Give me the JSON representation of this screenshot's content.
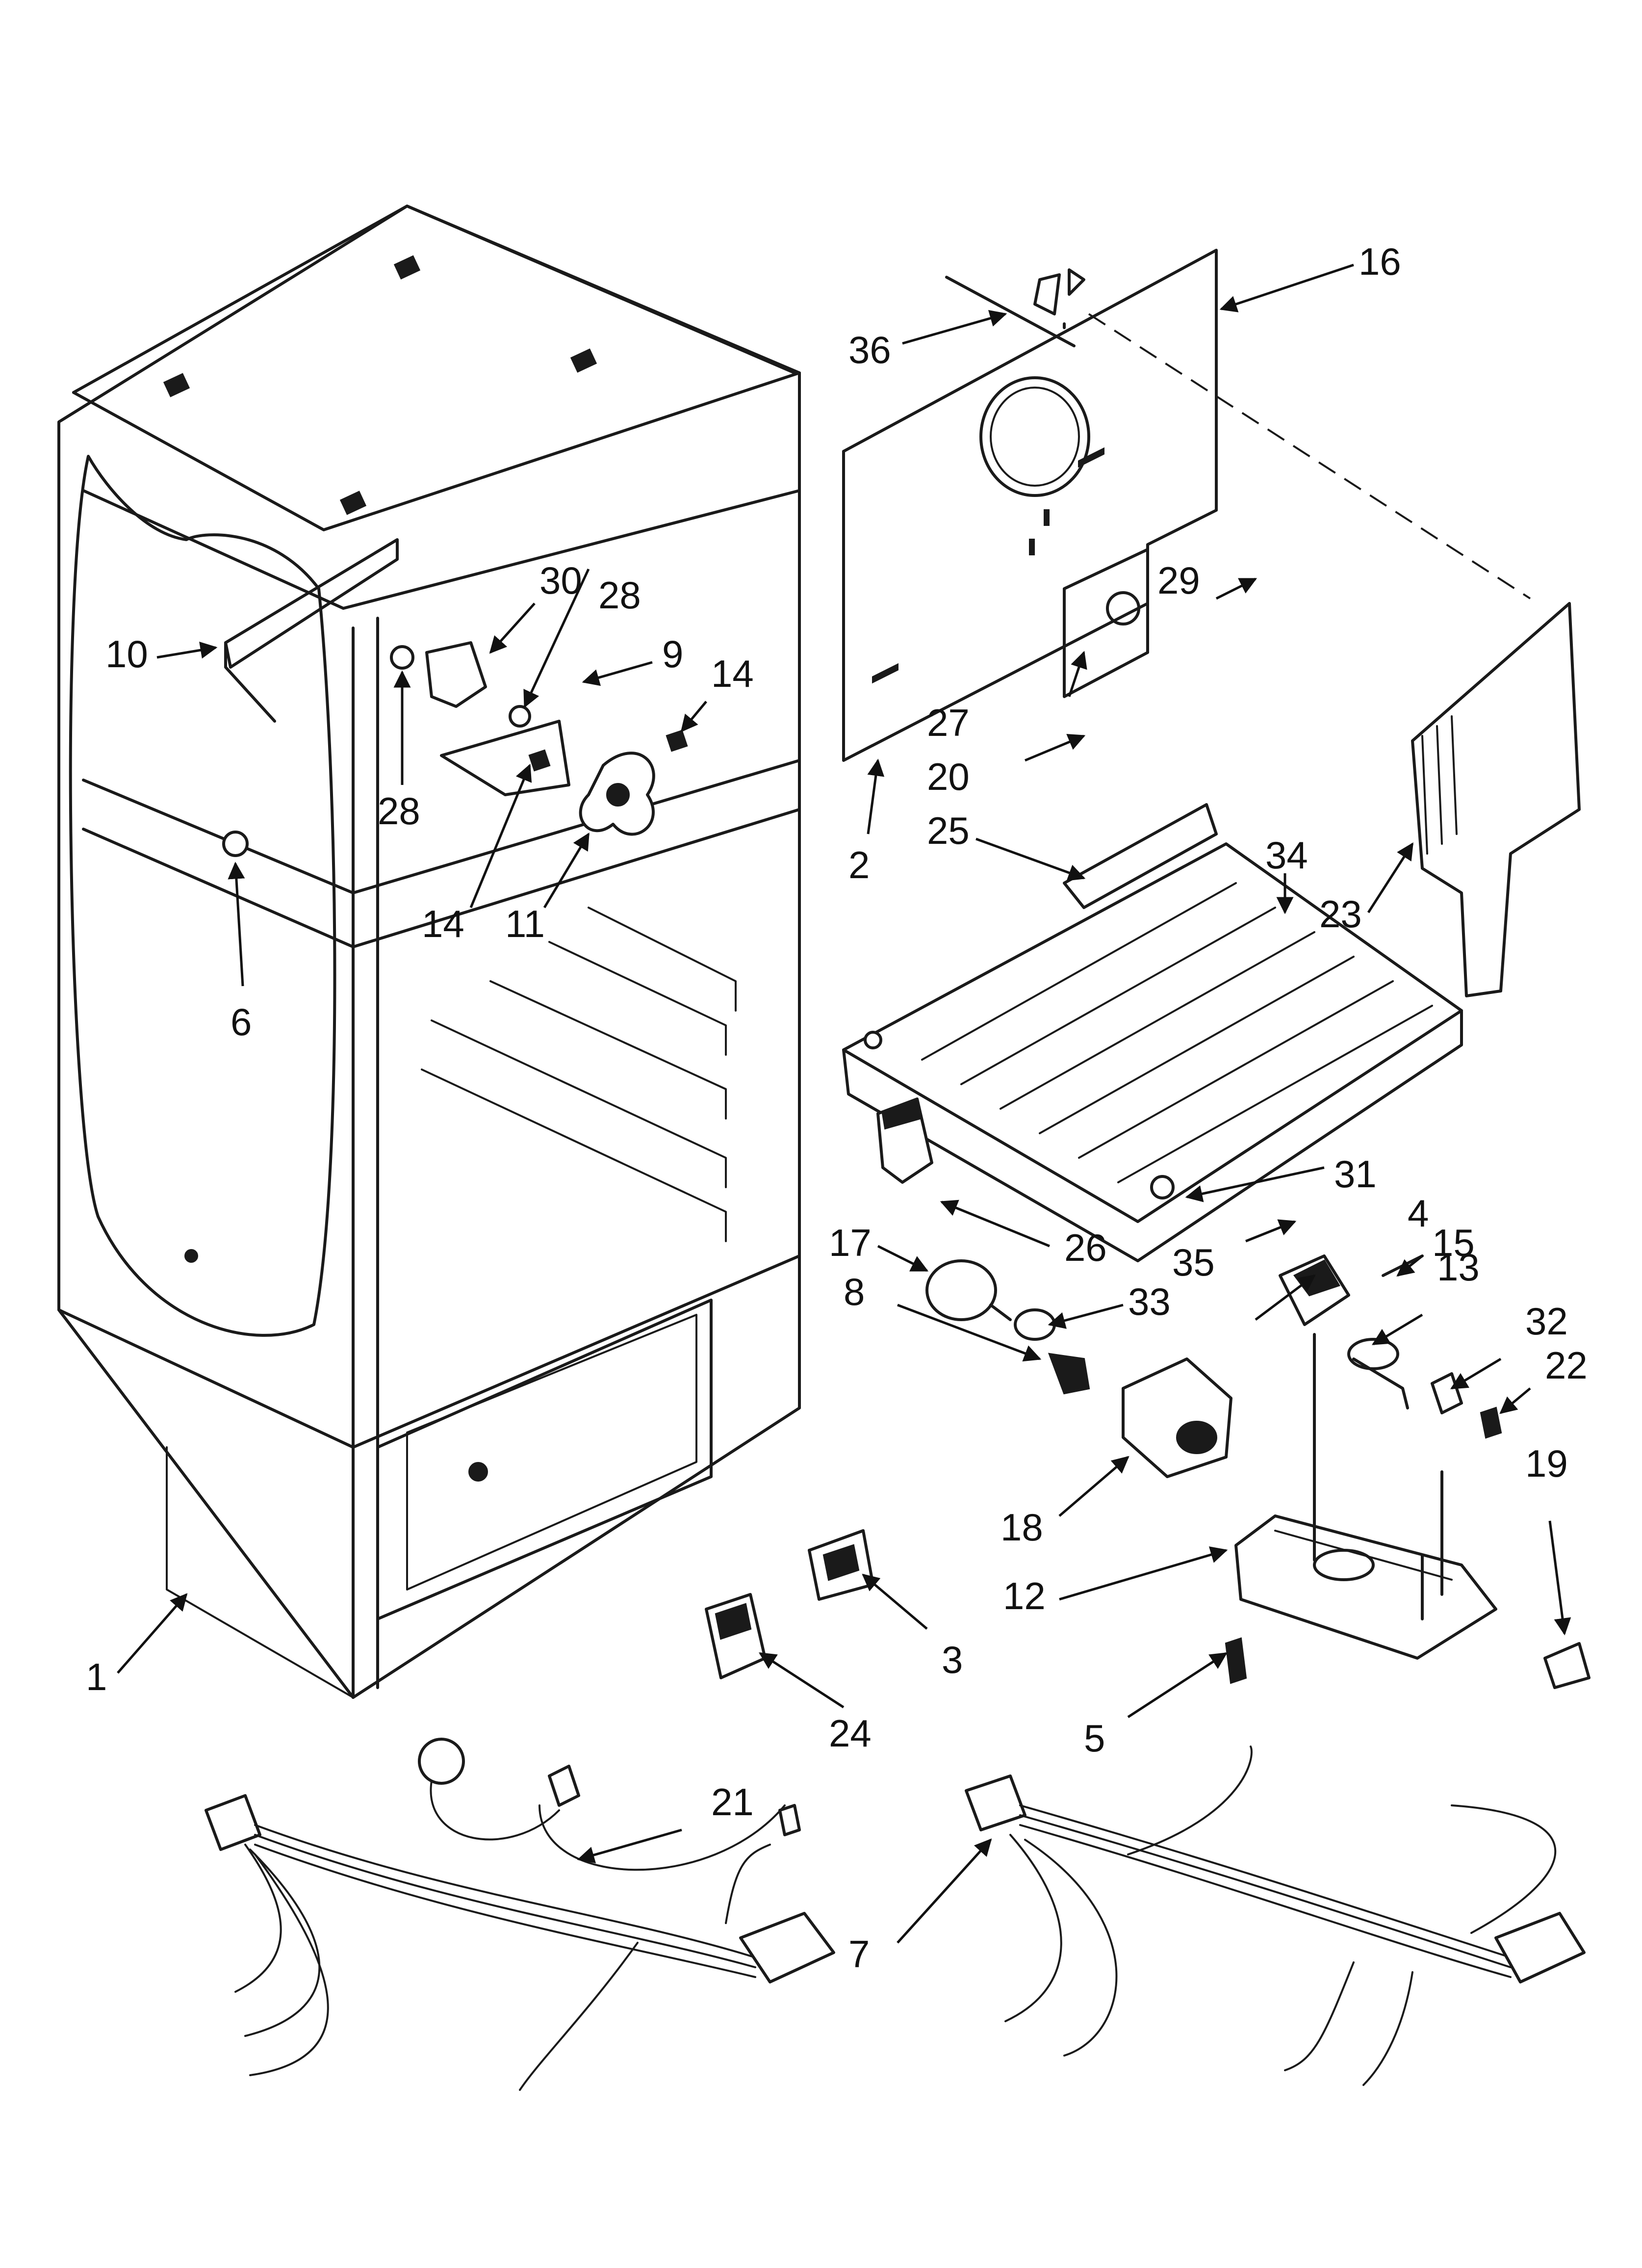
{
  "callouts": {
    "c1": "1",
    "c2": "2",
    "c3": "3",
    "c4": "4",
    "c5": "5",
    "c6": "6",
    "c7": "7",
    "c8": "8",
    "c9": "9",
    "c10": "10",
    "c11": "11",
    "c12": "12",
    "c13": "13",
    "c14a": "14",
    "c14b": "14",
    "c15": "15",
    "c16": "16",
    "c17": "17",
    "c18": "18",
    "c19": "19",
    "c20": "20",
    "c21": "21",
    "c22": "22",
    "c23": "23",
    "c24": "24",
    "c25": "25",
    "c26": "26",
    "c27": "27",
    "c28a": "28",
    "c28b": "28",
    "c29": "29",
    "c30": "30",
    "c31": "31",
    "c32": "32",
    "c33": "33",
    "c34": "34",
    "c35": "35",
    "c36": "36"
  },
  "colors": {
    "line": "#1a1a1a",
    "background": "#ffffff"
  }
}
